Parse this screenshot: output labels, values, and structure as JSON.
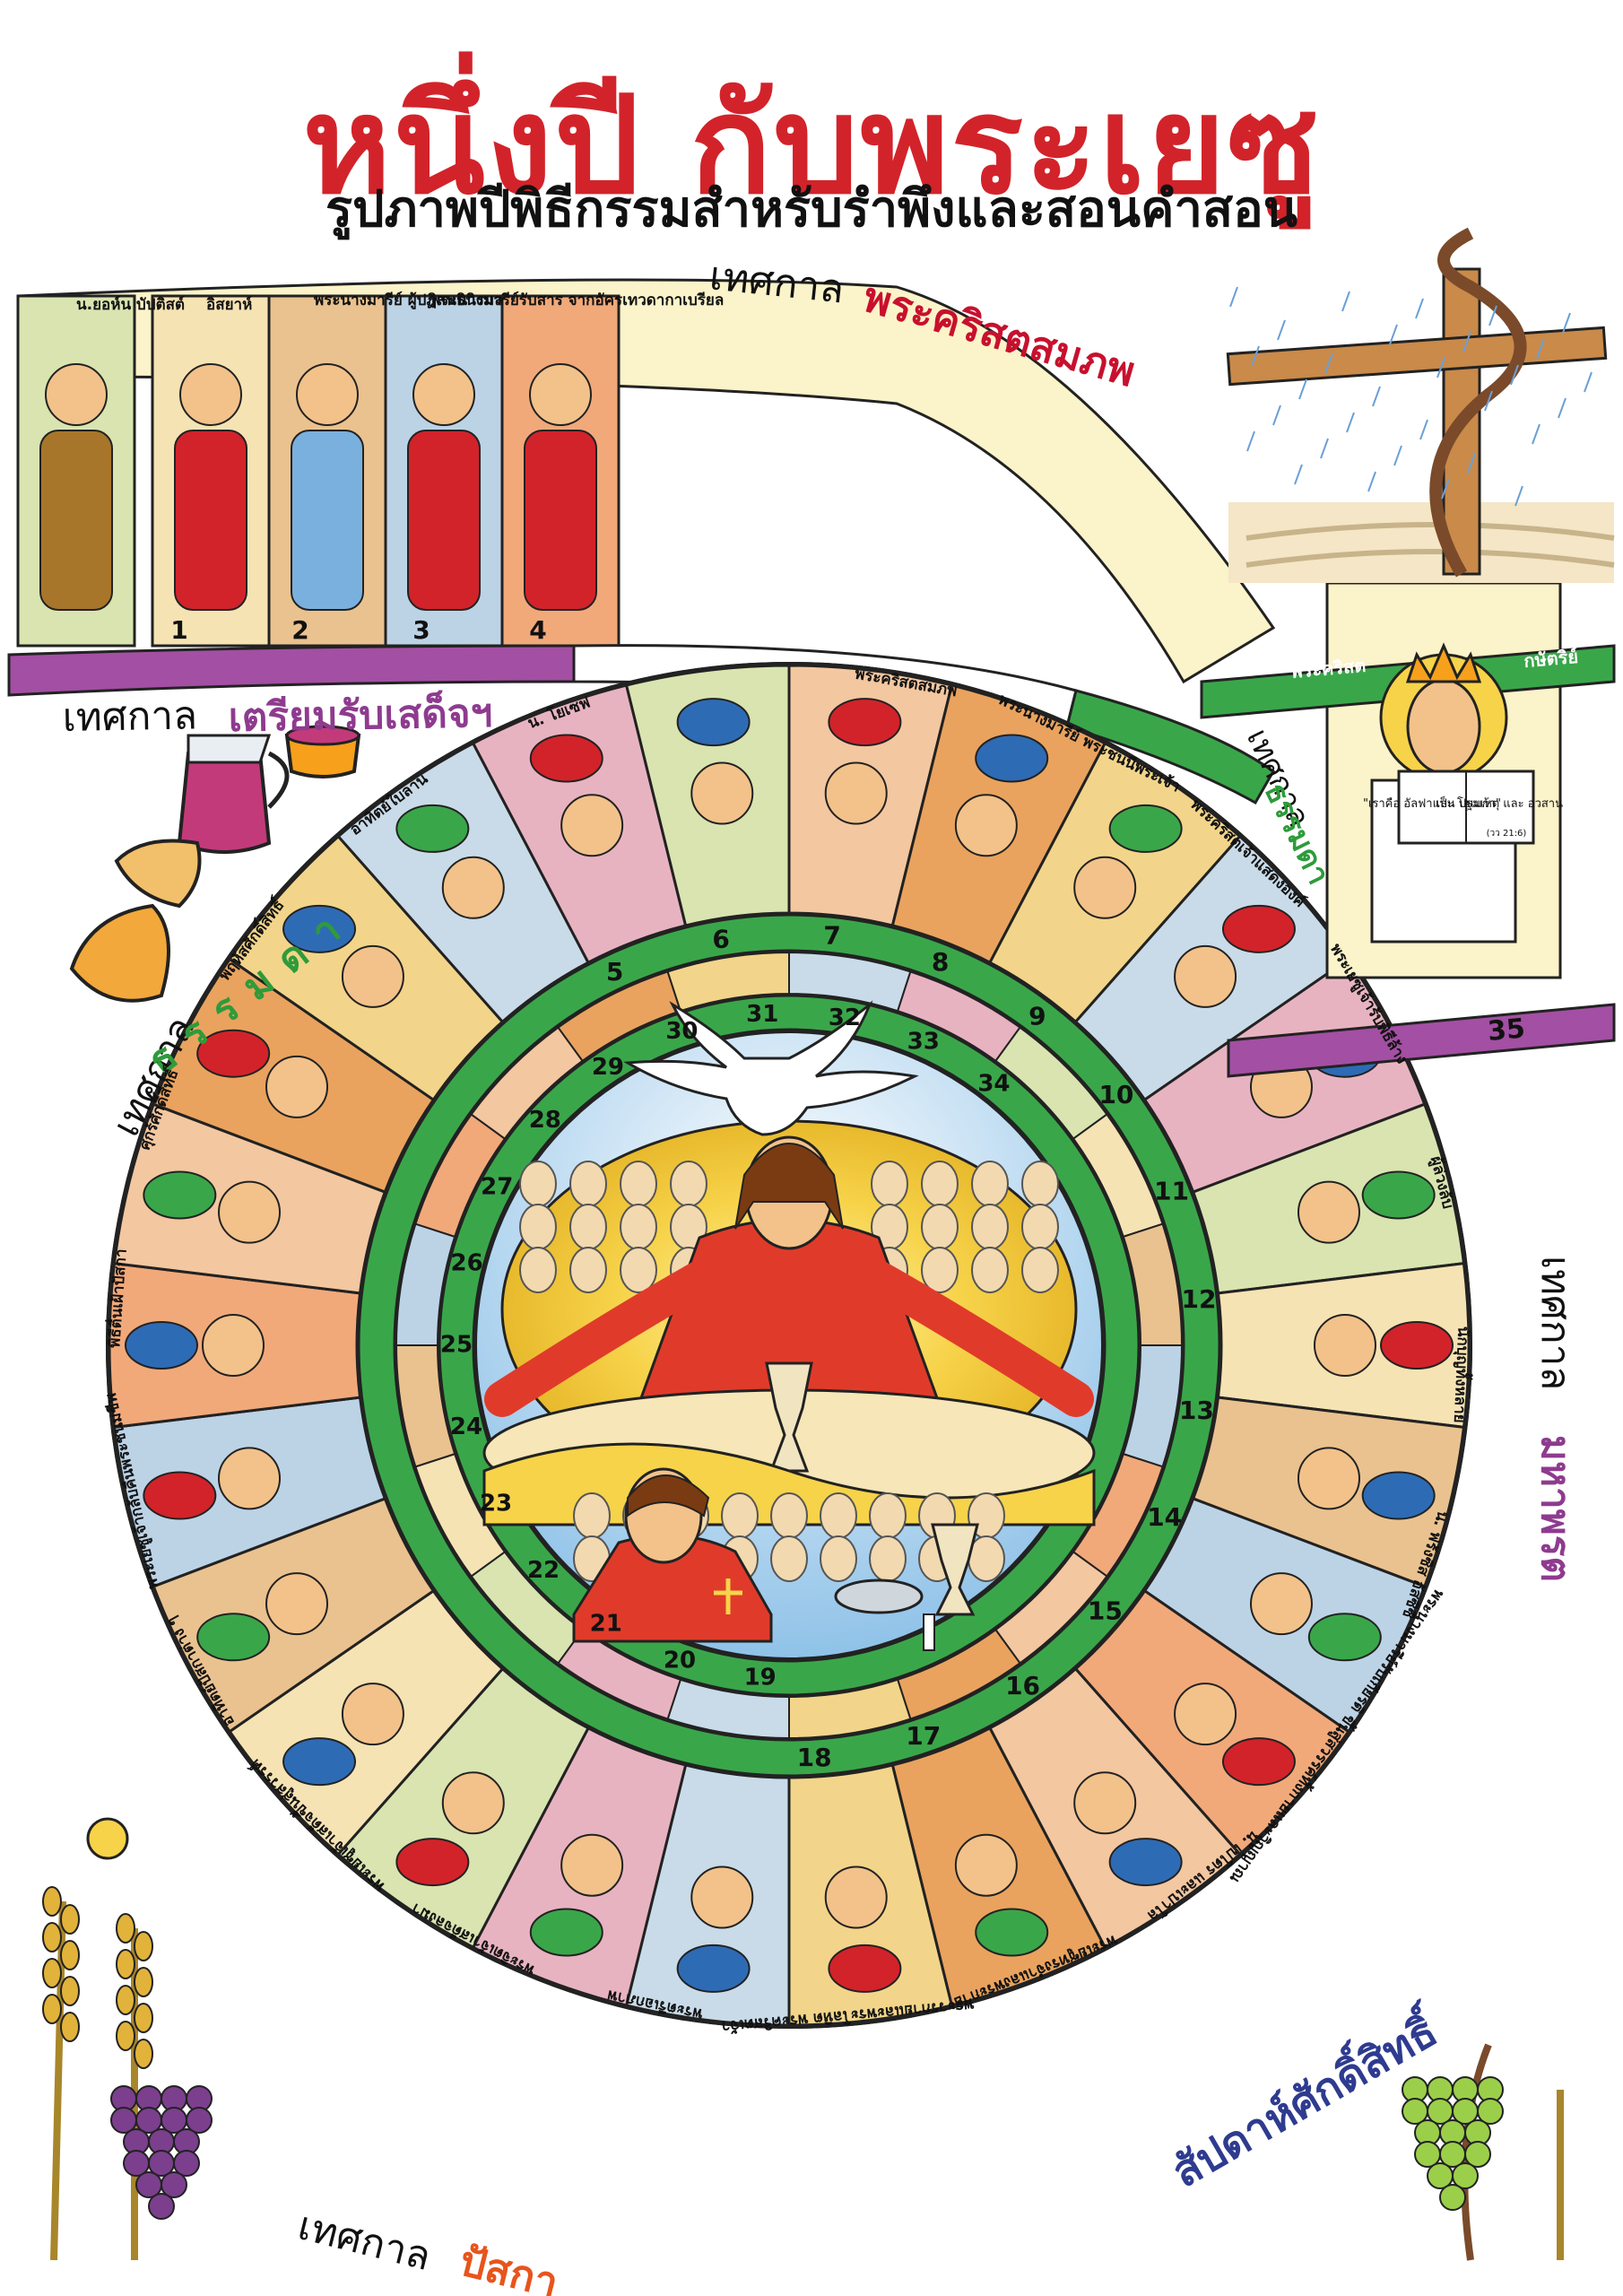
{
  "header": {
    "title": "หนึ่งปี กับพระเยซู",
    "subtitle": "รูปภาพปีพิธีกรรมสำหรับรำพึงและสอนคำสอน"
  },
  "seasons": {
    "advent": {
      "prefix": "เทศกาล",
      "name": "เตรียมรับเสด็จฯ",
      "color": "#8e3b8f"
    },
    "christmas": {
      "prefix": "เทศกาล",
      "name": "พระคริสตสมภพ",
      "color": "#c8102e"
    },
    "ordinary1": {
      "prefix": "เทศกาล",
      "name": "ธรรมดา",
      "color": "#2e9b3a"
    },
    "ordinary2": {
      "prefix": "เทศกาล",
      "name": "ธรรมดา",
      "color": "#2e9b3a"
    },
    "lent": {
      "prefix": "เทศกาล",
      "name": "มหาพรต",
      "color": "#8e3b8f"
    },
    "holyweek": {
      "prefix": "",
      "name": "สัปดาห์ศักดิ์สิทธิ์",
      "color": "#2e3b8f"
    },
    "easter": {
      "prefix": "เทศกาล",
      "name": "ปัสกา",
      "color": "#e8541c"
    }
  },
  "outer_numbers": [
    "1",
    "2",
    "3",
    "4",
    "5",
    "6",
    "7",
    "8",
    "9",
    "10",
    "11",
    "12",
    "13",
    "14",
    "15",
    "16",
    "17",
    "18"
  ],
  "inner_numbers": [
    "19",
    "20",
    "21",
    "22",
    "23",
    "24",
    "25",
    "26",
    "27",
    "28",
    "29",
    "30",
    "31",
    "32",
    "33",
    "34"
  ],
  "corner_number": "35",
  "captions": {
    "c1": "น.ยอห์น บัปติสต์",
    "c2": "อิสยาห์",
    "c3": "พระนางมารีย์ ผู้ปฏิสนธินิรมล",
    "c4": "พระนางมารีย์รับสาร จากอัครเทวดากาเบรียล",
    "c5": "พระคริสตสมภพ",
    "c6": "พระนางมารีย์ พระชนนีพระเจ้า",
    "c7": "พระคริสตเจ้าแสดงองค์",
    "c8": "พระเยซูเจ้ารับพิธีล้าง",
    "c9": "ผู้ล่วงลับ",
    "c10": "นักบุญทั้งหลาย",
    "c11": "น. ฟรังซิส อัสซีซี",
    "c12": "พระนางมารีย์รับเกียรติ ขึ้นสู่สวรรค์ทั้งกายและวิญญาณ",
    "c13": "น. เปโตร และเปาโล",
    "c14": "พระเยซูทรงจำแลงพระกาย",
    "c15": "พระวรกายและพระโลหิต พระคริสตเจ้า",
    "c16": "พระตรีเอกภาพ",
    "c17": "พระจิตเจ้าเสด็จลงมา",
    "c18": "พระเยซูเจ้าเสด็จขึ้นสู่สวรรค์",
    "c19": "อาทิตย์ปัสกาต่าง ๆ",
    "c20": "พระเยซูเจ้ากลับคืนพระชนมชีพ",
    "c21": "พิธีตื่นเฝ้าปัสกา",
    "c22": "ศุกร์ศักดิ์สิทธิ์",
    "c23": "พฤหัสศักดิ์สิทธิ์",
    "c24": "อาทิตย์ใบลาน",
    "c25": "น. โยเซฟ",
    "c26": "พระคริสต",
    "c27": "กษัตริย์"
  },
  "book": {
    "left": "\"เราคือ อัลฟาและ โอเมก้า\"",
    "right": "เป็น ปฐมเหตุ และ อวสาน",
    "ref": "(วว 21:6)"
  },
  "colors": {
    "title_red": "#d2232a",
    "purple": "#a34fa3",
    "green": "#3aa64a",
    "orange": "#e8541c",
    "cream": "#fbf3c9",
    "yellow": "#f7d34a"
  }
}
